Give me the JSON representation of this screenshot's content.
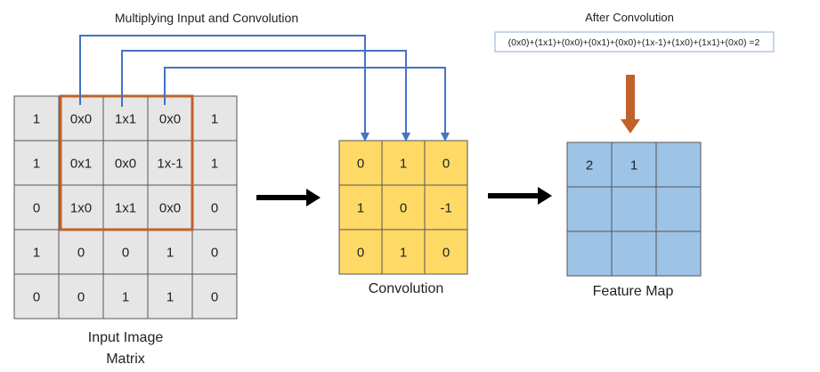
{
  "title": "Multiplying Input and Convolution",
  "after_title": "After Convolution",
  "formula": "(0x0)+(1x1)+(0x0)+(0x1)+(0x0)+(1x-1)+(1x0)+(1x1)+(0x0) =2",
  "input_matrix": {
    "caption_line1": "Input Image",
    "caption_line2": "Matrix",
    "cells": [
      [
        "1",
        "0x0",
        "1x1",
        "0x0",
        "1"
      ],
      [
        "1",
        "0x1",
        "0x0",
        "1x-1",
        "1"
      ],
      [
        "0",
        "1x0",
        "1x1",
        "0x0",
        "0"
      ],
      [
        "1",
        "0",
        "0",
        "1",
        "0"
      ],
      [
        "0",
        "0",
        "1",
        "1",
        "0"
      ]
    ]
  },
  "kernel": {
    "caption": "Convolution",
    "cells": [
      [
        "0",
        "1",
        "0"
      ],
      [
        "1",
        "0",
        "-1"
      ],
      [
        "0",
        "1",
        "0"
      ]
    ]
  },
  "feature_map": {
    "caption": "Feature Map",
    "cells": [
      [
        "2",
        "1",
        ""
      ],
      [
        "",
        "",
        ""
      ],
      [
        "",
        "",
        ""
      ]
    ]
  },
  "colors": {
    "input_fill": "#e6e6e6",
    "grid_line": "#555555",
    "highlight": "#c0622b",
    "kernel_fill": "#ffd966",
    "feature_fill": "#9dc3e6",
    "connector": "#4472c4",
    "flow_arrow": "#000000",
    "down_arrow": "#c0622b",
    "formula_border": "#8faadc"
  }
}
